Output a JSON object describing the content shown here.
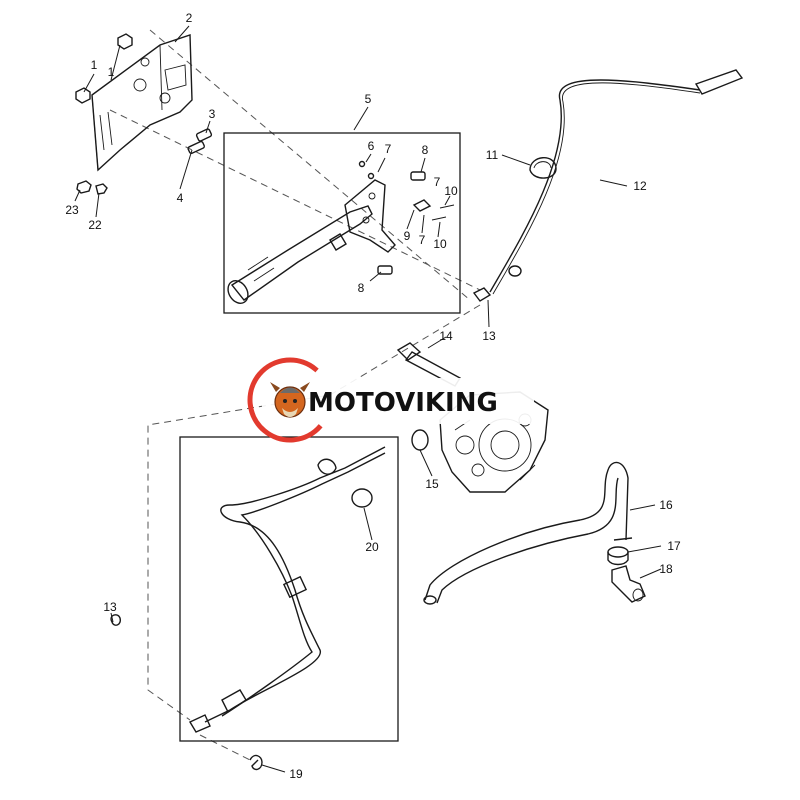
{
  "watermark": {
    "brand_text": "MOTOVIKING",
    "ring_color": "#e23a2e"
  },
  "callouts": {
    "c1a": "1",
    "c1b": "1",
    "c2": "2",
    "c3": "3",
    "c4": "4",
    "c5": "5",
    "c6": "6",
    "c7a": "7",
    "c7b": "7",
    "c7c": "7",
    "c8a": "8",
    "c8b": "8",
    "c9": "9",
    "c10a": "10",
    "c10b": "10",
    "c11": "11",
    "c12": "12",
    "c13a": "13",
    "c13b": "13",
    "c14": "14",
    "c15": "15",
    "c16": "16",
    "c17": "17",
    "c18": "18",
    "c19": "19",
    "c20": "20",
    "c22": "22",
    "c23": "23"
  }
}
